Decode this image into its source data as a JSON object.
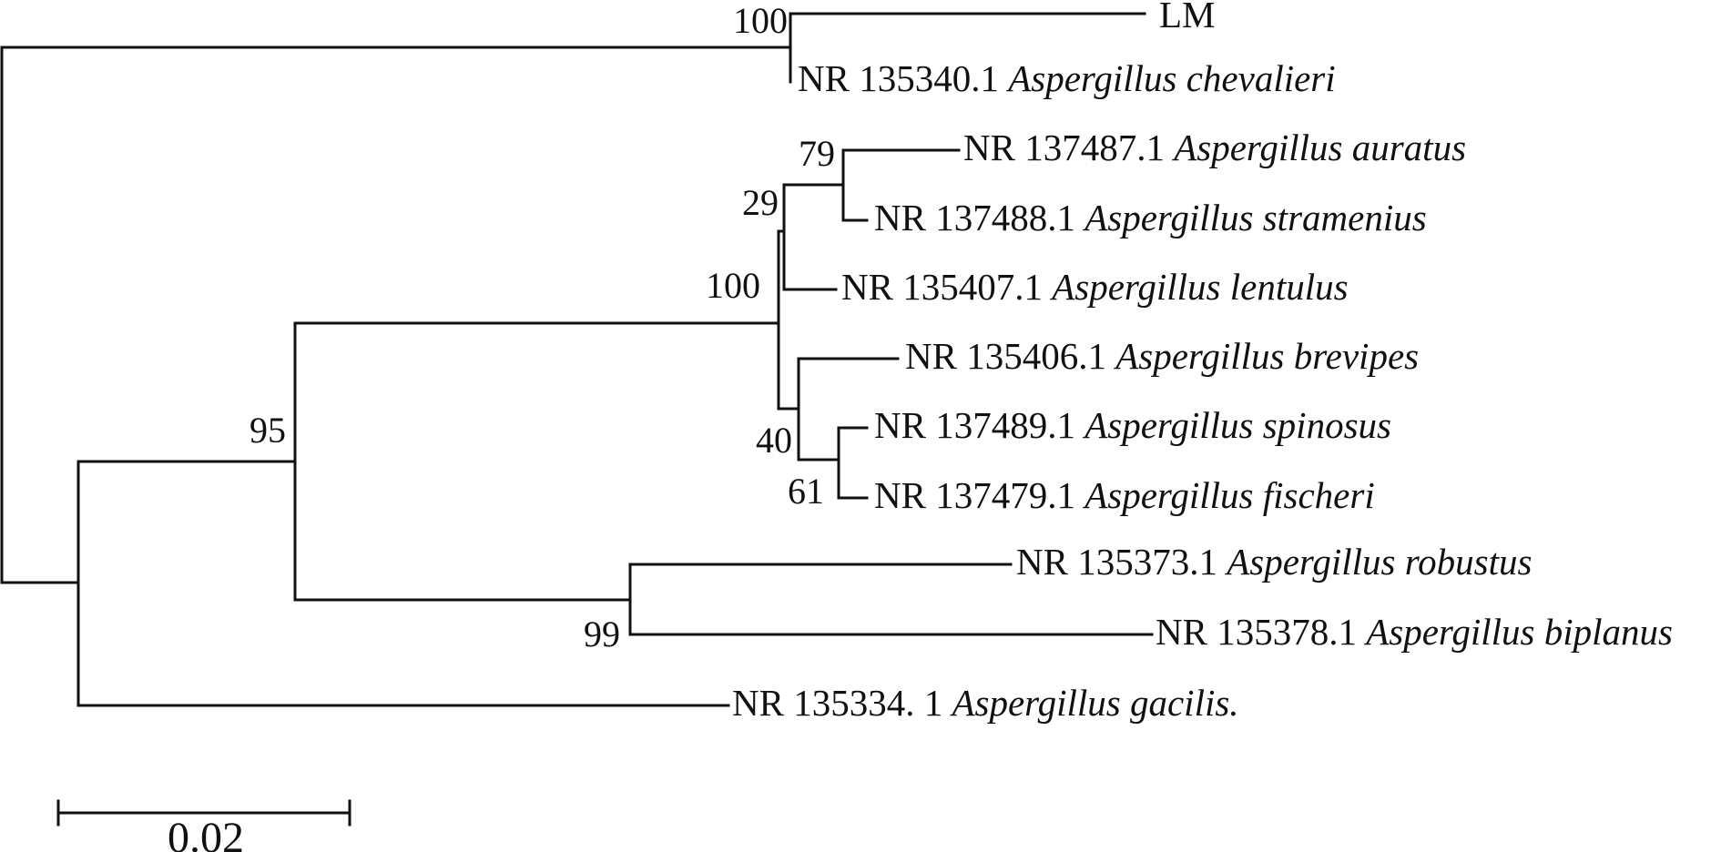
{
  "tree": {
    "leaves": [
      {
        "id": "lm",
        "accession": "LM",
        "species": ""
      },
      {
        "id": "chevalieri",
        "accession": "NR 135340.1",
        "species": "Aspergillus chevalieri"
      },
      {
        "id": "auratus",
        "accession": "NR 137487.1",
        "species": "Aspergillus auratus"
      },
      {
        "id": "stramenius",
        "accession": "NR 137488.1",
        "species": "Aspergillus stramenius"
      },
      {
        "id": "lentulus",
        "accession": "NR 135407.1",
        "species": "Aspergillus lentulus"
      },
      {
        "id": "brevipes",
        "accession": "NR 135406.1",
        "species": "Aspergillus brevipes"
      },
      {
        "id": "spinosus",
        "accession": "NR 137489.1",
        "species": "Aspergillus spinosus"
      },
      {
        "id": "fischeri",
        "accession": "NR 137479.1",
        "species": "Aspergillus fischeri"
      },
      {
        "id": "robustus",
        "accession": "NR 135373.1",
        "species": "Aspergillus robustus"
      },
      {
        "id": "biplanus",
        "accession": "NR 135378.1",
        "species": "Aspergillus biplanus"
      },
      {
        "id": "gacilis",
        "accession": "NR 135334. 1",
        "species": "Aspergillus gacilis."
      }
    ],
    "bootstrap": [
      {
        "id": "lm-chevalieri",
        "value": "100"
      },
      {
        "id": "auratus-stramenius",
        "value": "79"
      },
      {
        "id": "auratus-lentulus",
        "value": "29"
      },
      {
        "id": "fumigati-core",
        "value": "100"
      },
      {
        "id": "brevipes-group",
        "value": "40"
      },
      {
        "id": "spinosus-fischeri",
        "value": "61"
      },
      {
        "id": "fumigati-robustus",
        "value": "95"
      },
      {
        "id": "robustus-biplanus",
        "value": "99"
      }
    ],
    "scale_bar": {
      "label": "0.02"
    }
  }
}
